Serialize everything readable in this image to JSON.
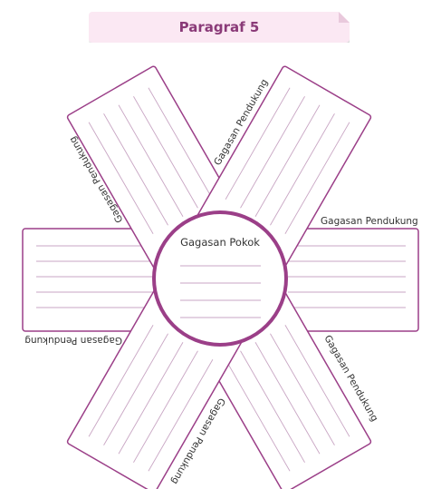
{
  "title": "Paragraf 5",
  "center_label": "Gagasan Pokok",
  "support_labels": [
    "Gagasan Pendukung",
    "Gagasan Pendukung",
    "Gagasan Pendukung",
    "Gagasan Pendukung",
    "Gagasan Pendukung",
    "Gagasan Pendukung"
  ],
  "colors": {
    "accent": "#9b3f88",
    "line": "#c9a6c4",
    "title_bg": "#fbe8f3",
    "title_text": "#8a3a78"
  }
}
